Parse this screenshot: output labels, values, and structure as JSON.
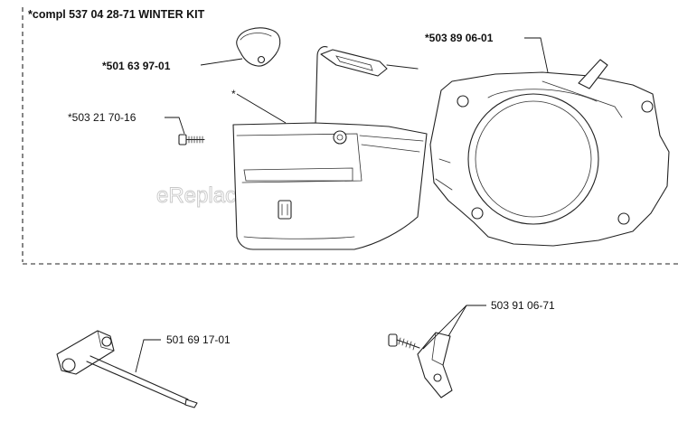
{
  "kit_title": "*compl 537 04 28-71 WINTER KIT",
  "watermark": "eReplacementParts.com",
  "parts": {
    "knob_cover": "*501 63 97-01",
    "screw": "*503 21 70-16",
    "winter_cover_marker": "*",
    "starter_housing": "*503 89 06-01",
    "combination_wrench": "501 69 17-01",
    "clip_bracket": "503 91 06-71"
  }
}
